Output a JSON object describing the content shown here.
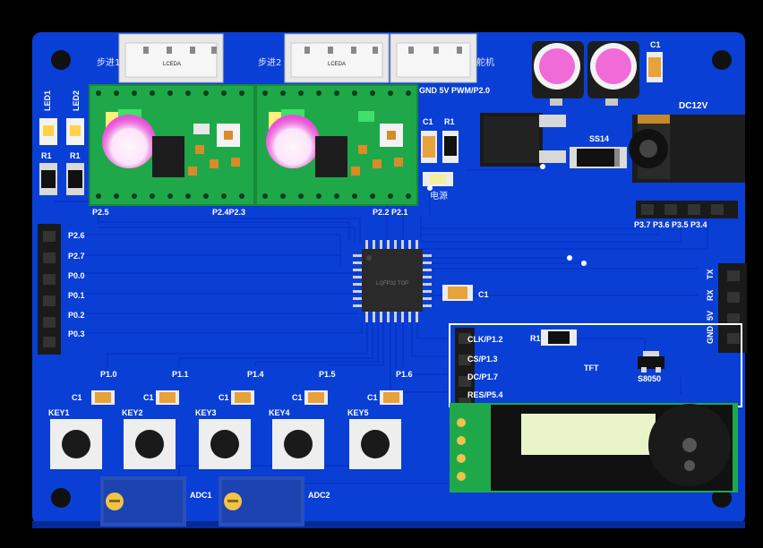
{
  "labels": {
    "led1": "LED1",
    "led2": "LED2",
    "r1a": "R1",
    "r1b": "R1",
    "r1c": "R1",
    "r1d": "R1",
    "c1a": "C1",
    "c1b": "C1",
    "c1c": "C1",
    "dc12v": "DC12V",
    "ss14": "SS14",
    "s8050": "S8050",
    "tft": "TFT",
    "adc1": "ADC1",
    "adc2": "ADC2",
    "stepper1": "步进1",
    "stepper2": "步进2",
    "steering": "舵机",
    "power_cn": "电源",
    "servo_header": "GND 5V PWM/P2.0",
    "connector_brand_1": "LCEDA",
    "connector_brand_2": "LCEDA",
    "mcu_text": "LQFP32 TOP"
  },
  "pins": {
    "p25": "P2.5",
    "p24p23": "P2.4P2.3",
    "p22p21": "P2.2 P2.1",
    "left_header": [
      "P2.6",
      "P2.7",
      "P0.0",
      "P0.1",
      "P0.2",
      "P0.3"
    ],
    "top_right_header": "P3.7 P3.6 P3.5 P3.4",
    "uart": [
      "TX",
      "RX",
      "5V",
      "GND"
    ],
    "tft_pins": [
      "CLK/P1.2",
      "CS/P1.3",
      "DC/P1.7",
      "RES/P5.4"
    ],
    "keys": [
      "P1.0",
      "P1.1",
      "P1.4",
      "P1.5",
      "P1.6"
    ]
  },
  "keys": [
    {
      "name": "KEY1",
      "cap": "C1"
    },
    {
      "name": "KEY2",
      "cap": "C1"
    },
    {
      "name": "KEY3",
      "cap": "C1"
    },
    {
      "name": "KEY4",
      "cap": "C1"
    },
    {
      "name": "KEY5",
      "cap": "C1"
    }
  ],
  "colors": {
    "pcb": "#0a3fd6",
    "trace": "#0636c9",
    "driver_board": "#1fa84a",
    "black_part": "#1a1a1a",
    "silk": "#ffffff"
  }
}
